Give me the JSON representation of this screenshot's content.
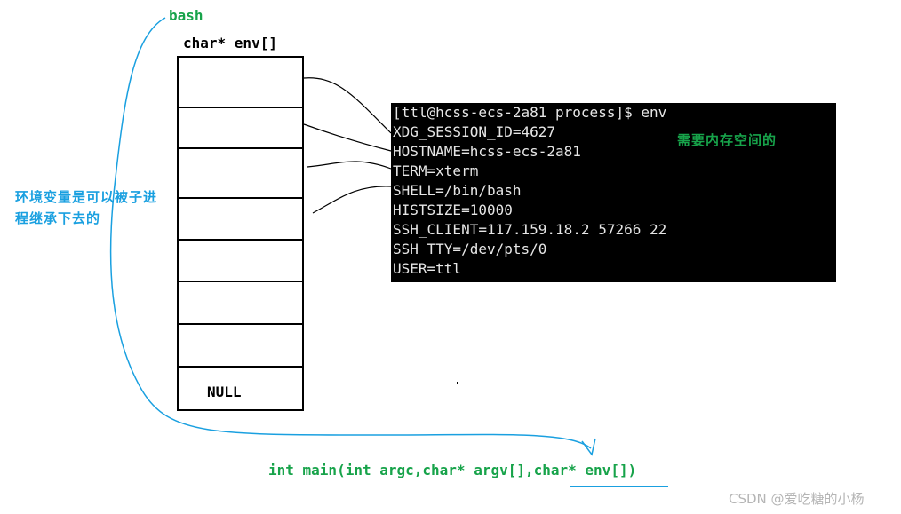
{
  "labels": {
    "bash": "bash",
    "env_array_title": "char* env[]",
    "null_entry": "NULL",
    "side_note": "环境变量是可以被子进程继承下去的",
    "memory_note": "需要内存空间的",
    "main_signature": "int main(int argc,char* argv[],char* env[])",
    "watermark": "CSDN @爱吃糖的小杨"
  },
  "terminal": {
    "lines": [
      "[ttl@hcss-ecs-2a81 process]$ env",
      "XDG_SESSION_ID=4627",
      "HOSTNAME=hcss-ecs-2a81",
      "TERM=xterm",
      "SHELL=/bin/bash",
      "HISTSIZE=10000",
      "SSH_CLIENT=117.159.18.2 57266 22",
      "SSH_TTY=/dev/pts/0",
      "USER=ttl"
    ]
  },
  "colors": {
    "green": "#17a34a",
    "blue": "#1aa0e0",
    "terminal_bg": "#000000",
    "terminal_text": "#e6e6e6"
  }
}
